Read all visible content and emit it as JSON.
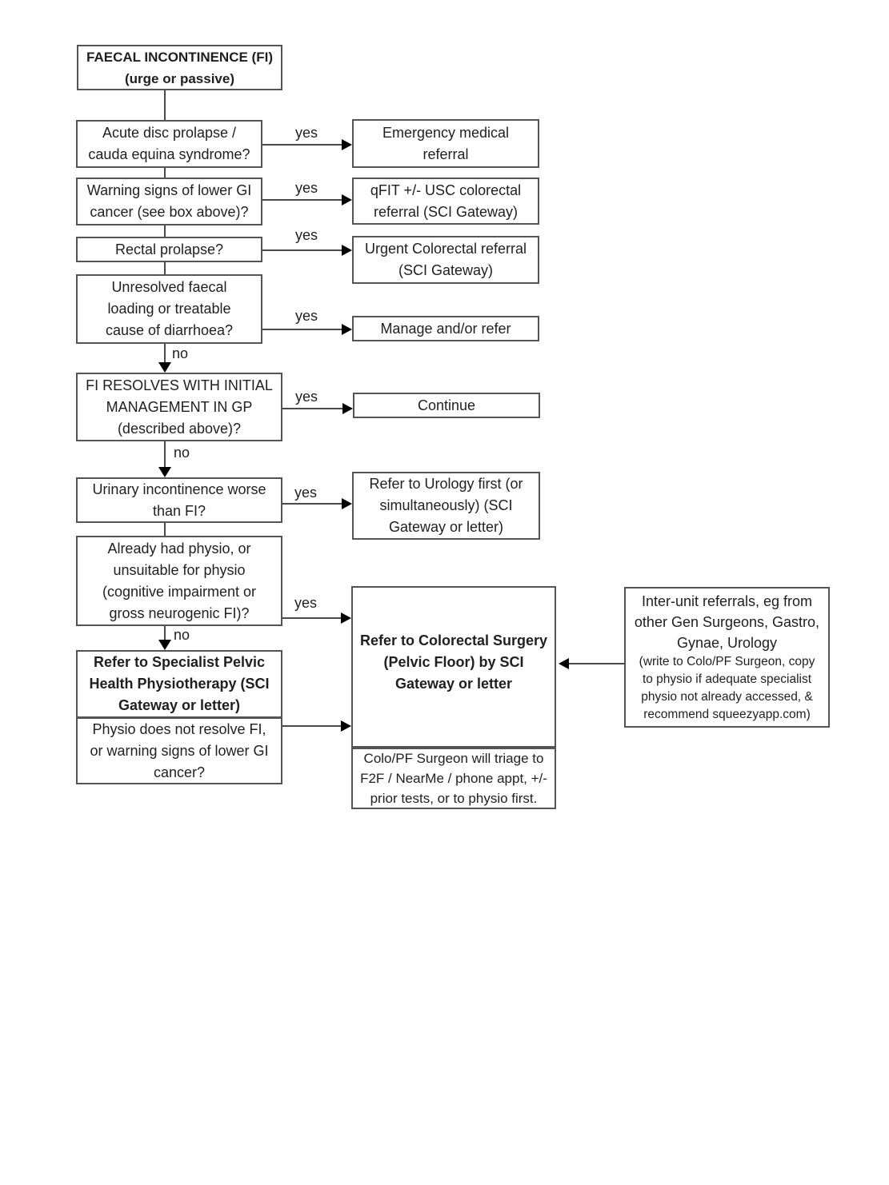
{
  "flowchart": {
    "colors": {
      "border": "#545454",
      "line": "#4a4a4a",
      "arrowhead": "#000000",
      "text": "#1f1f1f",
      "background": "#ffffff"
    },
    "nodes": {
      "title": {
        "text": "FAECAL INCONTINENCE (FI)\n(urge or passive)"
      },
      "acute": {
        "text": "Acute disc prolapse /\ncauda equina syndrome?"
      },
      "warning": {
        "text": "Warning signs of lower GI\ncancer (see box above)?"
      },
      "rectal": {
        "text": "Rectal prolapse?"
      },
      "unresolved": {
        "text": "Unresolved faecal\nloading or treatable\ncause of diarrhoea?"
      },
      "fi_resolves": {
        "text": "FI RESOLVES WITH INITIAL\nMANAGEMENT IN GP\n(described above)?"
      },
      "urinary": {
        "text": "Urinary incontinence worse\nthan FI?"
      },
      "already_physio": {
        "text": "Already had physio, or\nunsuitable for physio\n(cognitive impairment or\ngross neurogenic FI)?"
      },
      "specialist_physio": {
        "text": "Refer to Specialist Pelvic\nHealth Physiotherapy (SCI\nGateway or letter)"
      },
      "physio_fail": {
        "text": "Physio does not resolve FI,\nor warning signs of lower GI\ncancer?"
      },
      "emergency": {
        "text": "Emergency medical\nreferral"
      },
      "qfit": {
        "text": "qFIT +/- USC colorectal\nreferral (SCI Gateway)"
      },
      "urgent_colorectal": {
        "text": "Urgent Colorectal referral\n(SCI Gateway)"
      },
      "manage": {
        "text": "Manage and/or refer"
      },
      "continue": {
        "text": "Continue"
      },
      "urology": {
        "text": "Refer to Urology first (or\nsimultaneously) (SCI\nGateway or letter)"
      },
      "colorectal_surgery": {
        "text": "Refer to Colorectal Surgery\n(Pelvic Floor) by SCI\nGateway or letter"
      },
      "triage_note": {
        "text": "Colo/PF Surgeon will triage to\nF2F / NearMe / phone appt, +/-\nprior tests, or to physio first."
      },
      "interunit": {
        "main": "Inter-unit referrals, eg from\nother Gen Surgeons, Gastro,\nGynae, Urology",
        "note": "(write to Colo/PF Surgeon, copy\nto physio if adequate specialist\nphysio not already accessed, &\nrecommend squeezyapp.com)"
      }
    },
    "edges": {
      "acute_yes": {
        "label": "yes"
      },
      "warning_yes": {
        "label": "yes"
      },
      "rectal_yes": {
        "label": "yes"
      },
      "unresolved_yes": {
        "label": "yes"
      },
      "unresolved_no": {
        "label": "no"
      },
      "fi_yes": {
        "label": "yes"
      },
      "fi_no": {
        "label": "no"
      },
      "urinary_yes": {
        "label": "yes"
      },
      "already_yes": {
        "label": "yes"
      },
      "already_no": {
        "label": "no"
      }
    }
  }
}
